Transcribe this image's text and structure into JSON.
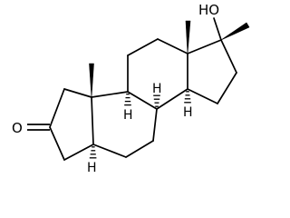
{
  "labels": {
    "hydroxyl": "HO",
    "ketone_oxygen": "O",
    "h8": "H",
    "h9": "H",
    "h14": "H",
    "h5": "H"
  },
  "colors": {
    "ink": "#000000",
    "background": "#ffffff"
  }
}
